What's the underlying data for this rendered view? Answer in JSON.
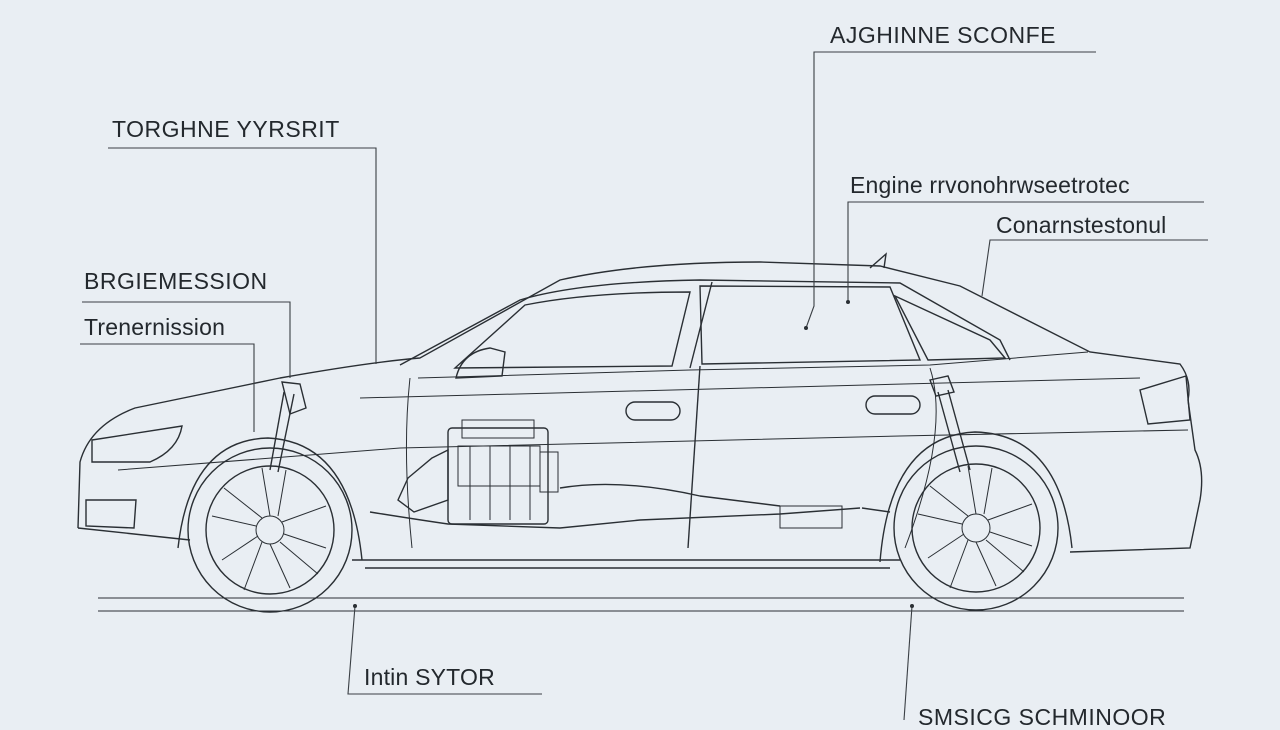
{
  "labels": {
    "top_right": "AJGHINNE SCONFE",
    "top_left": "TORGHNE YYRSRIT",
    "engine": "Engine rrvonohrwseetrotec",
    "conarm": "Conarnstestonul",
    "bregie": "BRGIEMESSION",
    "trans": "Trenernission",
    "bottom_center": "Intin SYTOR",
    "bottom_right": "SMSICG SCHMINOOR"
  },
  "colors": {
    "background": "#e9eef3",
    "ink": "#2a2f34"
  }
}
